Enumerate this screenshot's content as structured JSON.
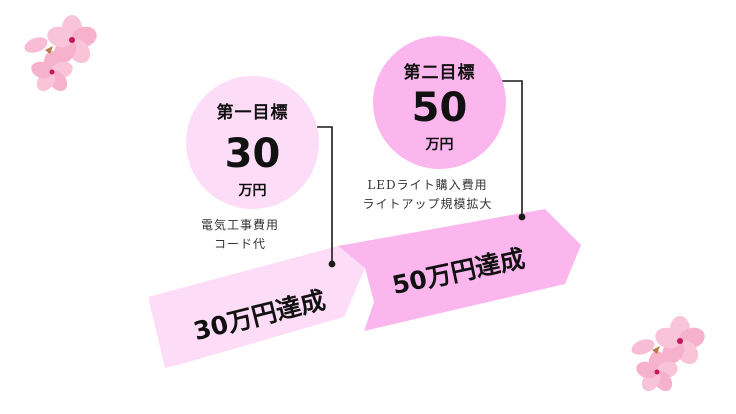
{
  "goals": [
    {
      "title": "第一目標",
      "value": "30",
      "unit": "万円",
      "description": [
        "電気工事費用",
        "コード代"
      ],
      "banner": "30万円達成",
      "circle_color": "#fddcf7",
      "banner_color": "#fddcf7"
    },
    {
      "title": "第二目標",
      "value": "50",
      "unit": "万円",
      "description": [
        "LEDライト購入費用",
        "ライトアップ規模拡大"
      ],
      "banner": "50万円達成",
      "circle_color": "#fbb6ee",
      "banner_color": "#fbb6ee"
    }
  ],
  "decorations": {
    "top_left": "cherry-blossom",
    "bottom_right": "cherry-blossom"
  },
  "colors": {
    "line": "#1a1a1a",
    "text": "#111111",
    "blossom_petal": "#f7b8d2",
    "blossom_center": "#c2185b"
  }
}
